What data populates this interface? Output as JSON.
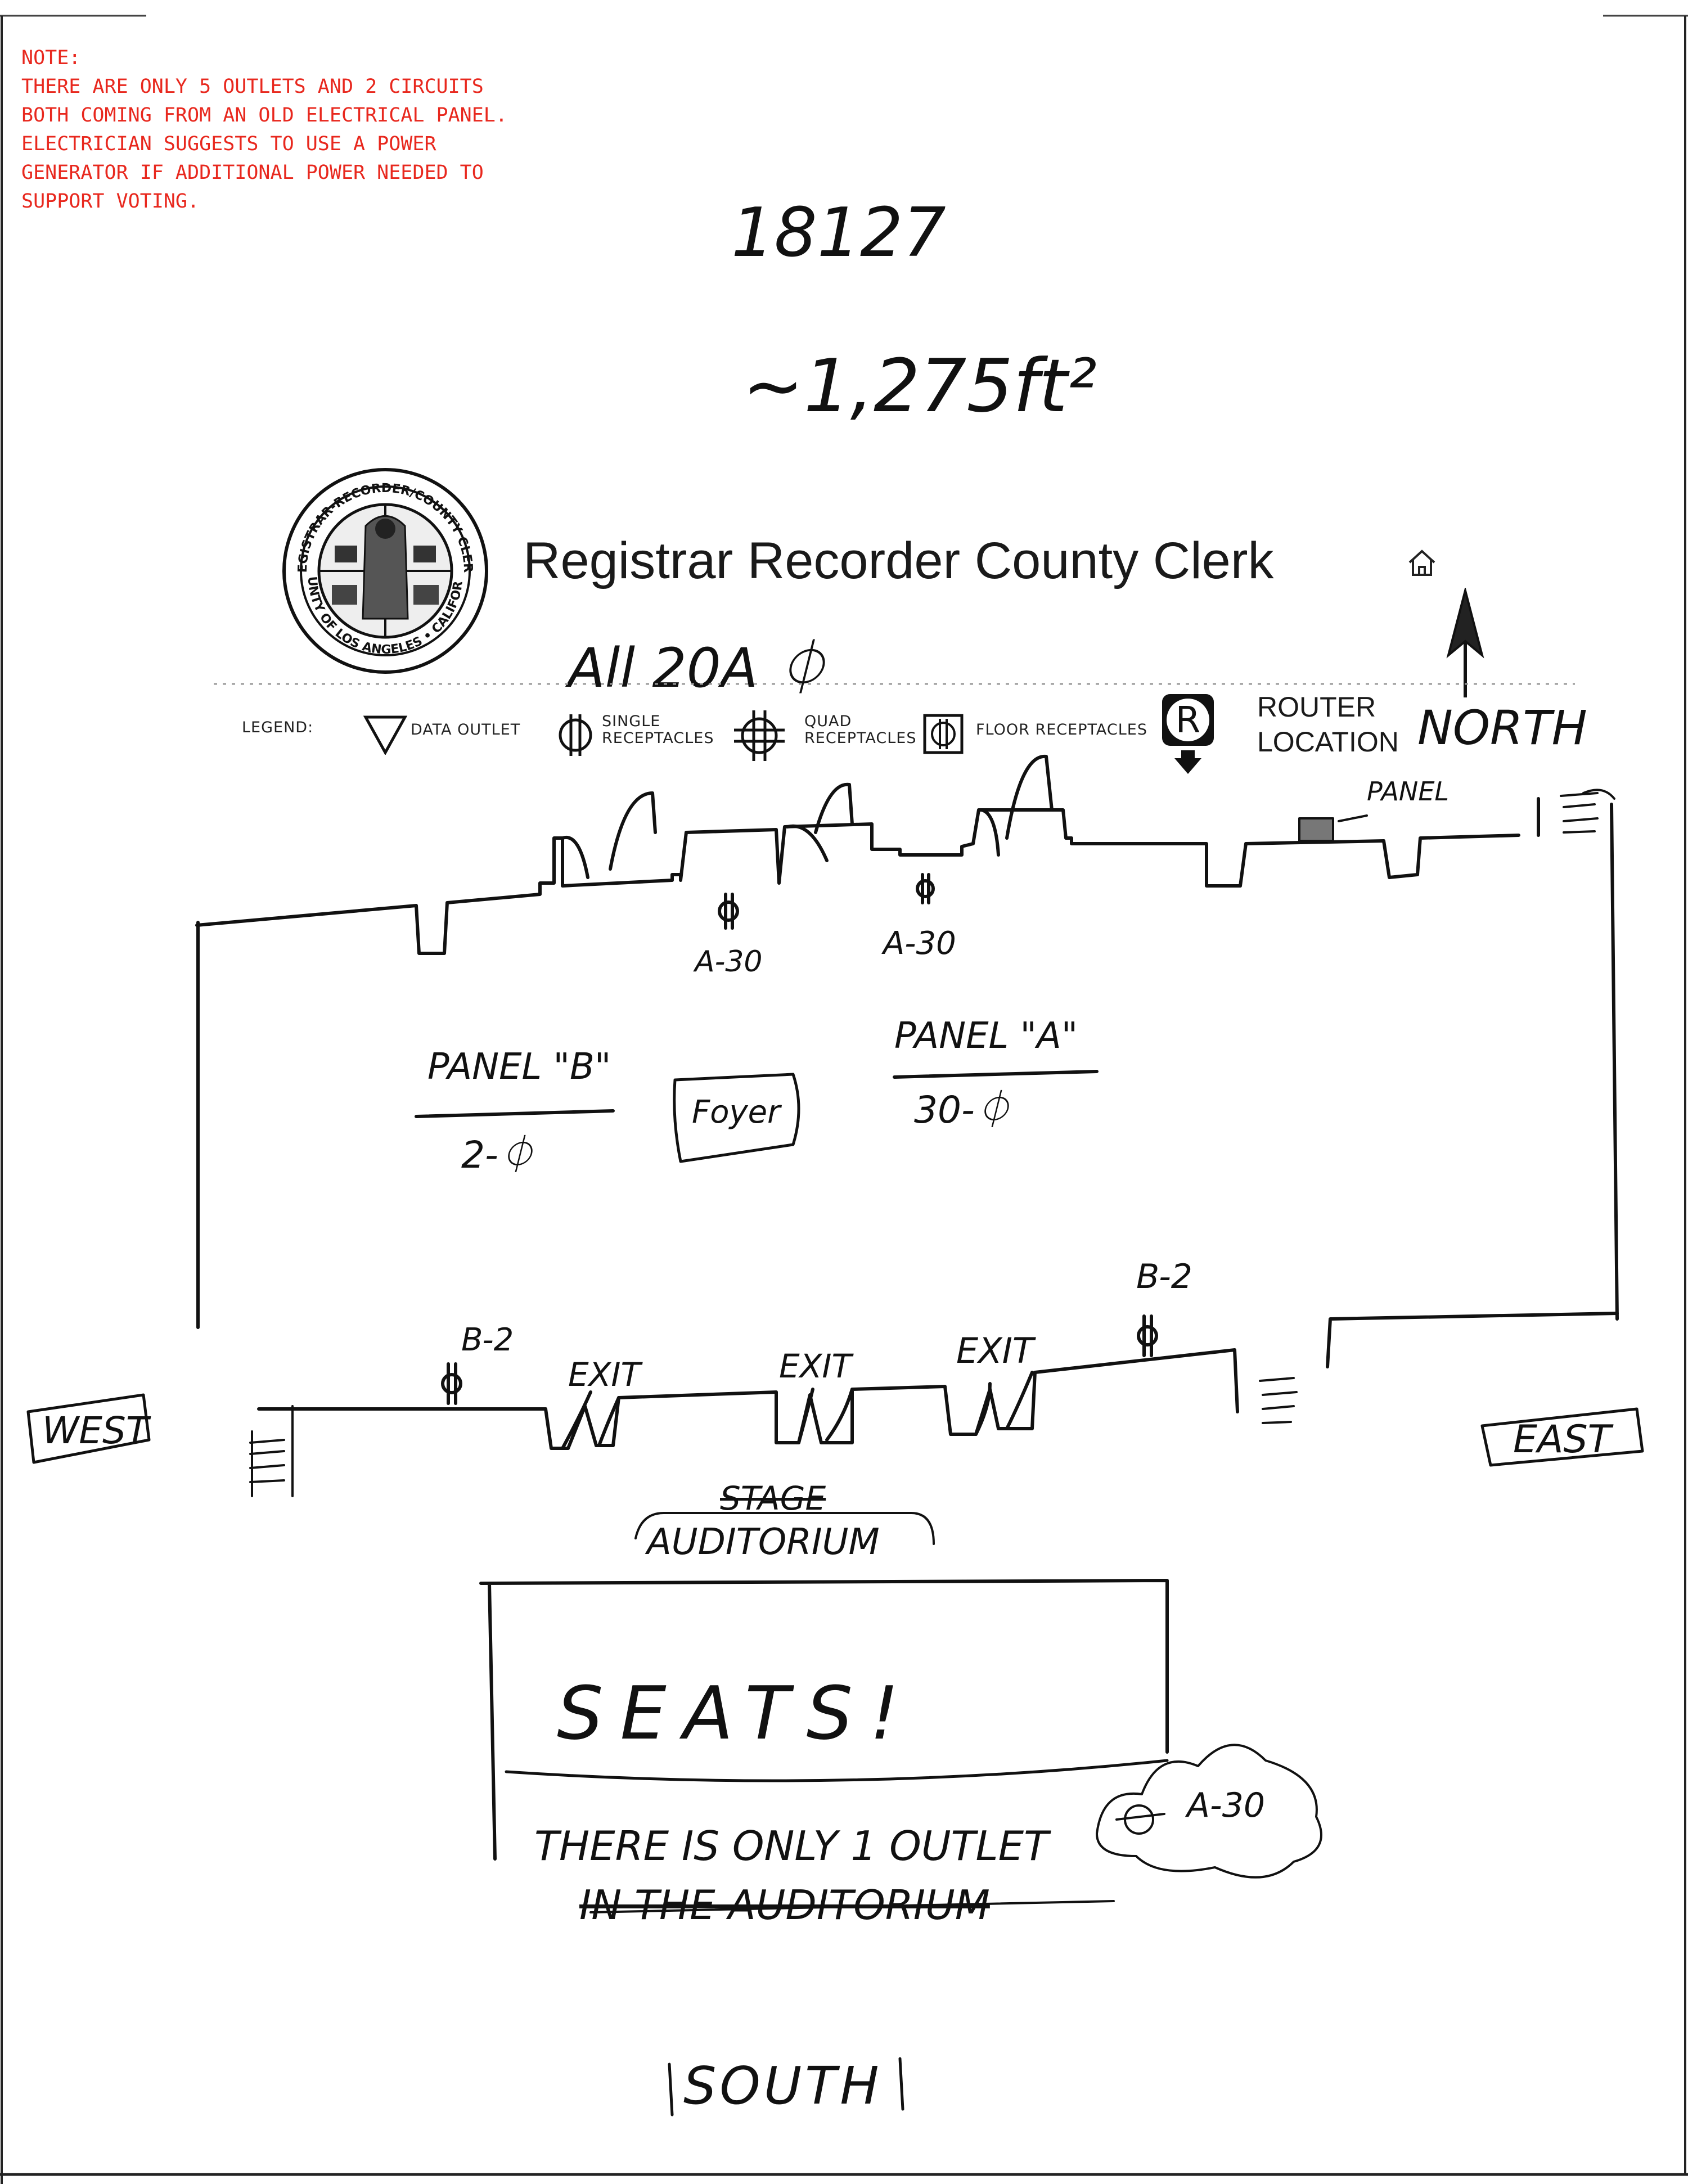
{
  "note": {
    "lines": [
      "NOTE:",
      "THERE ARE ONLY 5 OUTLETS AND 2 CIRCUITS",
      "BOTH COMING FROM AN OLD ELECTRICAL PANEL.",
      "ELECTRICIAN SUGGESTS TO USE A POWER",
      "GENERATOR IF ADDITIONAL POWER NEEDED TO",
      "SUPPORT VOTING."
    ]
  },
  "handwritten": {
    "id_number": "18127",
    "area": "~1,275ft²",
    "power_note": "All 20A ⏀",
    "north": "NORTH",
    "west": "WEST",
    "east": "EAST",
    "south": "SOUTH",
    "panel_top": "PANEL",
    "panel_b_label": "PANEL \"B\"",
    "panel_b_value": "2-⏀",
    "panel_a_label": "PANEL \"A\"",
    "panel_a_value": "30-⏀",
    "foyer": "Foyer",
    "outlet_label_1": "A-30",
    "outlet_label_2": "A-30",
    "outlet_label_3": "B-2",
    "outlet_label_4": "B-2",
    "exit_1": "EXIT",
    "exit_2": "EXIT",
    "exit_3": "EXIT",
    "stage": "STAGE",
    "auditorium": "AUDITORIUM",
    "seats": "SEATS!",
    "auditorium_outlet_label": "A-30",
    "only_outlet_line1": "THERE IS ONLY 1 OUTLET",
    "only_outlet_line2": "IN THE AUDITORIUM"
  },
  "header": {
    "title": "Registrar Recorder County Clerk",
    "seal_text_top": "REGISTRAR-RECORDER/COUNTY CLERK",
    "seal_text_bottom": "COUNTY OF LOS ANGELES • CALIFORNIA"
  },
  "legend": {
    "label": "LEGEND:",
    "data_outlet": "DATA OUTLET",
    "single": "SINGLE RECEPTACLES",
    "quad": "QUAD RECEPTACLES",
    "floor": "FLOOR RECEPTACLES",
    "router_line1": "ROUTER",
    "router_line2": "LOCATION",
    "router_symbol": "R"
  },
  "colors": {
    "note_red": "#e8281e",
    "ink": "#111111"
  },
  "icons": [
    "seal-icon",
    "home-icon",
    "north-arrow-icon",
    "data-outlet-icon",
    "single-receptacle-icon",
    "quad-receptacle-icon",
    "floor-receptacle-icon",
    "router-icon"
  ]
}
